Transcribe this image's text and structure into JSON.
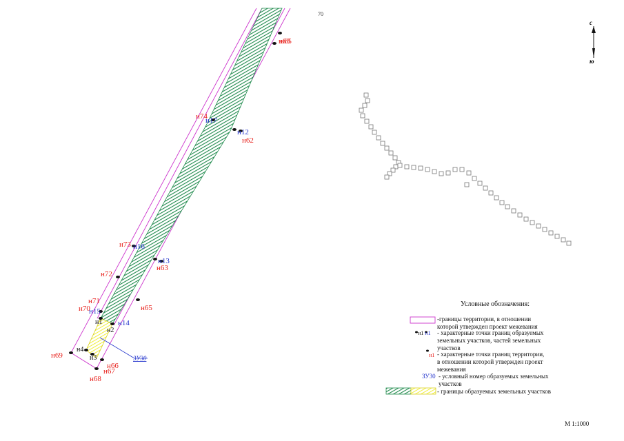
{
  "sheet": {
    "number": "70",
    "scale": "М 1:1000"
  },
  "compass": {
    "north": "с",
    "south": "ю"
  },
  "colors": {
    "boundary": "#cc33cc",
    "plot_green": "#1f8a4c",
    "plot_yellow": "#f0ee3a",
    "label_red": "#e8231e",
    "label_blue": "#2233cc",
    "label_black": "#111111",
    "overview": "#777777"
  },
  "map_labels": {
    "red": [
      "н69",
      "н65",
      "н74",
      "н62",
      "н73",
      "н63",
      "н72",
      "н65",
      "н71",
      "н70",
      "н69",
      "н66",
      "н67",
      "н68"
    ],
    "blue": [
      "н17",
      "н12",
      "н16",
      "н13",
      "н15",
      "н14"
    ],
    "black": [
      "н1",
      "н2",
      "н4",
      "н3"
    ],
    "plot_number": "ЗУ30"
  },
  "legend": {
    "title": "Условные обозначения:",
    "items": [
      {
        "icon": "boundary-rect-icon",
        "text_line1": "-границы территории, в отношении",
        "text_line2": "которой утвержден проект межевания"
      },
      {
        "icon": "point-marker-icon",
        "sample": "н1",
        "sample2": "н1",
        "text_line1": "- характерные точки границ  образуемых",
        "text_line2": "земельных участков, частей земельных",
        "text_line3": "участков"
      },
      {
        "icon": "point-marker-red-icon",
        "sample": "н1",
        "text_line1": "-  характерные точки границ территории,",
        "text_line2": "в отношении которой утвержден проект",
        "text_line3": "межевания"
      },
      {
        "icon": "plot-number-icon",
        "sample": "ЗУ30",
        "text_line1": "- условный номер образуемых земельных",
        "text_line2": "участков"
      },
      {
        "icon": "hatched-plot-icon",
        "text_line1": "- границы образуемых земельных участков"
      }
    ]
  }
}
